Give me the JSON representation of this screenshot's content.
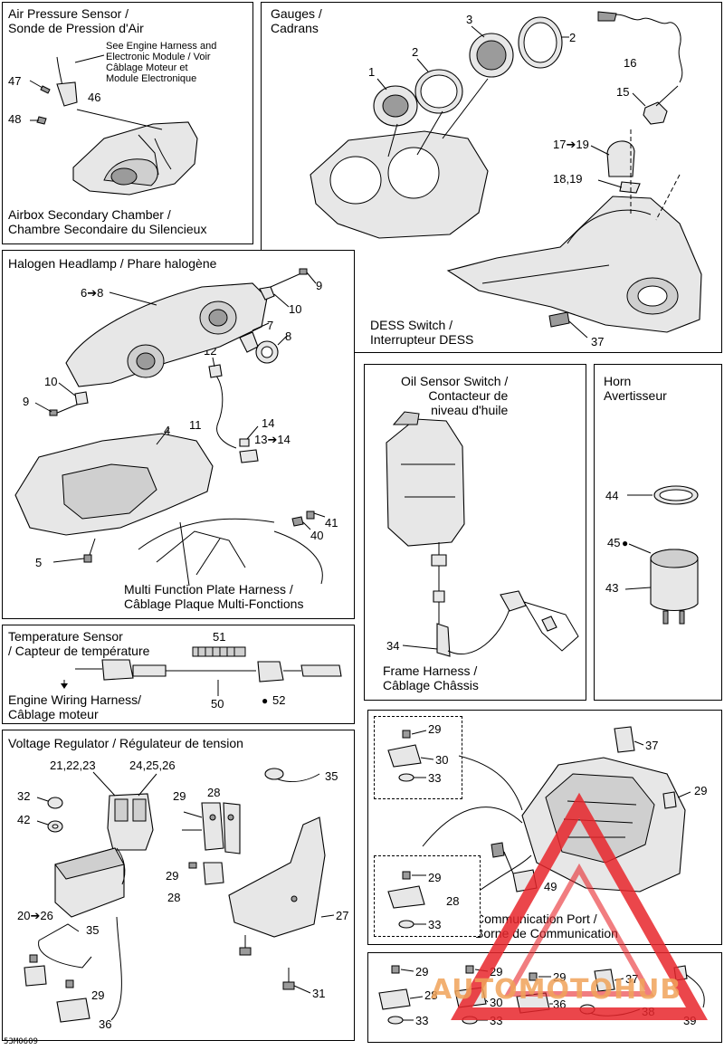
{
  "panels": {
    "air_pressure": {
      "title": "Air Pressure Sensor /\nSonde de Pression d'Air",
      "note": "See Engine Harness and\nElectronic Module / Voir\nCâblage Moteur et\nModule Electronique",
      "footer": "Airbox Secondary Chamber /\nChambre Secondaire du Silencieux",
      "parts": [
        "47",
        "46",
        "48"
      ]
    },
    "gauges": {
      "title": "Gauges /\nCadrans",
      "footer": "DESS Switch /\nInterrupteur DESS",
      "parts": [
        "1",
        "2",
        "3",
        "2",
        "16",
        "15",
        "17➔19",
        "18,19",
        "37"
      ]
    },
    "headlamp": {
      "title": "Halogen Headlamp / Phare halogène",
      "footer": "Multi Function Plate Harness /\nCâblage Plaque Multi-Fonctions",
      "parts": [
        "6➔8",
        "9",
        "10",
        "7",
        "8",
        "12",
        "10",
        "9",
        "11",
        "14",
        "13➔14",
        "4",
        "41",
        "40",
        "5"
      ]
    },
    "oil_sensor": {
      "title": "Oil Sensor Switch /\nContacteur de\nniveau d'huile",
      "footer": "Frame Harness /\nCâblage Châssis",
      "parts": [
        "34"
      ]
    },
    "horn": {
      "title": "Horn\nAvertisseur",
      "parts": [
        "44",
        "45",
        "43"
      ]
    },
    "temperature": {
      "title": "Temperature Sensor\n/ Capteur de température",
      "footer": "Engine Wiring Harness/\nCâblage moteur",
      "parts": [
        "51",
        "50",
        "52"
      ]
    },
    "voltage": {
      "title": "Voltage Regulator / Régulateur de tension",
      "parts": [
        "21,22,23",
        "24,25,26",
        "35",
        "32",
        "42",
        "29",
        "28",
        "29",
        "28",
        "27",
        "20➔26",
        "35",
        "29",
        "36",
        "31"
      ]
    },
    "communication": {
      "footer": "Communication Port /\nBorne de Communication",
      "parts": [
        "29",
        "30",
        "33",
        "37",
        "29",
        "28",
        "49",
        "29",
        "28",
        "33"
      ]
    },
    "bottom_row": {
      "parts": [
        "29",
        "28",
        "33",
        "29",
        "30",
        "33",
        "29",
        "36",
        "37",
        "38",
        "39"
      ]
    }
  },
  "logo": {
    "text": "AUTOMOTOHUB",
    "accent": "#e8262b",
    "secondary": "#f0a35a"
  },
  "figure_code": "53M0609"
}
